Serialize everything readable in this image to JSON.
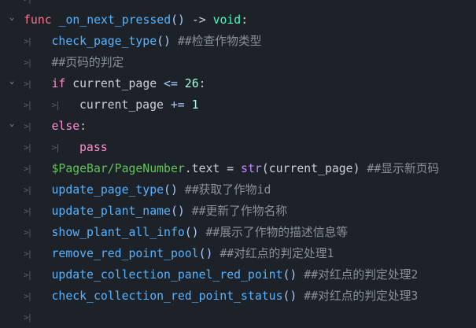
{
  "editor": {
    "lines": [
      {
        "indent": 1,
        "fold": false,
        "tokens": []
      },
      {
        "indent": 0,
        "fold": true,
        "tokens": [
          {
            "text": "func",
            "kind": "keyword"
          },
          {
            "text": " ",
            "kind": "text"
          },
          {
            "text": "_on_next_pressed",
            "kind": "func"
          },
          {
            "text": "()",
            "kind": "punct"
          },
          {
            "text": " -> ",
            "kind": "text"
          },
          {
            "text": "void",
            "kind": "type"
          },
          {
            "text": ":",
            "kind": "text"
          }
        ]
      },
      {
        "indent": 1,
        "fold": false,
        "tokens": [
          {
            "text": "check_page_type",
            "kind": "func"
          },
          {
            "text": "()",
            "kind": "punct"
          },
          {
            "text": " ##检查作物类型",
            "kind": "comment"
          }
        ]
      },
      {
        "indent": 1,
        "fold": false,
        "tokens": [
          {
            "text": "##页码的判定",
            "kind": "comment"
          }
        ]
      },
      {
        "indent": 1,
        "fold": true,
        "tokens": [
          {
            "text": "if",
            "kind": "control"
          },
          {
            "text": " current_page ",
            "kind": "text"
          },
          {
            "text": "<=",
            "kind": "punct"
          },
          {
            "text": " ",
            "kind": "text"
          },
          {
            "text": "26",
            "kind": "number"
          },
          {
            "text": ":",
            "kind": "text"
          }
        ]
      },
      {
        "indent": 2,
        "fold": false,
        "tokens": [
          {
            "text": "current_page ",
            "kind": "text"
          },
          {
            "text": "+=",
            "kind": "punct"
          },
          {
            "text": " ",
            "kind": "text"
          },
          {
            "text": "1",
            "kind": "number"
          }
        ]
      },
      {
        "indent": 1,
        "fold": true,
        "tokens": [
          {
            "text": "else",
            "kind": "control"
          },
          {
            "text": ":",
            "kind": "text"
          }
        ]
      },
      {
        "indent": 2,
        "fold": false,
        "tokens": [
          {
            "text": "pass",
            "kind": "control"
          }
        ]
      },
      {
        "indent": 1,
        "fold": false,
        "tokens": [
          {
            "text": "$PageBar/PageNumber",
            "kind": "nodepath"
          },
          {
            "text": ".text = ",
            "kind": "text"
          },
          {
            "text": "str",
            "kind": "builtin"
          },
          {
            "text": "(current_page)",
            "kind": "text"
          },
          {
            "text": " ##显示新页码",
            "kind": "comment"
          }
        ]
      },
      {
        "indent": 1,
        "fold": false,
        "tokens": [
          {
            "text": "update_page_type",
            "kind": "func"
          },
          {
            "text": "()",
            "kind": "punct"
          },
          {
            "text": " ##获取了作物id",
            "kind": "comment"
          }
        ]
      },
      {
        "indent": 1,
        "fold": false,
        "tokens": [
          {
            "text": "update_plant_name",
            "kind": "func"
          },
          {
            "text": "()",
            "kind": "punct"
          },
          {
            "text": " ##更新了作物名称",
            "kind": "comment"
          }
        ]
      },
      {
        "indent": 1,
        "fold": false,
        "tokens": [
          {
            "text": "show_plant_all_info",
            "kind": "func"
          },
          {
            "text": "()",
            "kind": "punct"
          },
          {
            "text": " ##展示了作物的描述信息等",
            "kind": "comment"
          }
        ]
      },
      {
        "indent": 1,
        "fold": false,
        "tokens": [
          {
            "text": "remove_red_point_pool",
            "kind": "func"
          },
          {
            "text": "()",
            "kind": "punct"
          },
          {
            "text": " ##对红点的判定处理1",
            "kind": "comment"
          }
        ]
      },
      {
        "indent": 1,
        "fold": false,
        "tokens": [
          {
            "text": "update_collection_panel_red_point",
            "kind": "func"
          },
          {
            "text": "()",
            "kind": "punct"
          },
          {
            "text": " ##对红点的判定处理2",
            "kind": "comment"
          }
        ]
      },
      {
        "indent": 1,
        "fold": false,
        "tokens": [
          {
            "text": "check_collection_red_point_status",
            "kind": "func"
          },
          {
            "text": "()",
            "kind": "punct"
          },
          {
            "text": " ##对红点的判定处理3",
            "kind": "comment"
          }
        ]
      },
      {
        "indent": 1,
        "fold": false,
        "tokens": []
      }
    ]
  }
}
